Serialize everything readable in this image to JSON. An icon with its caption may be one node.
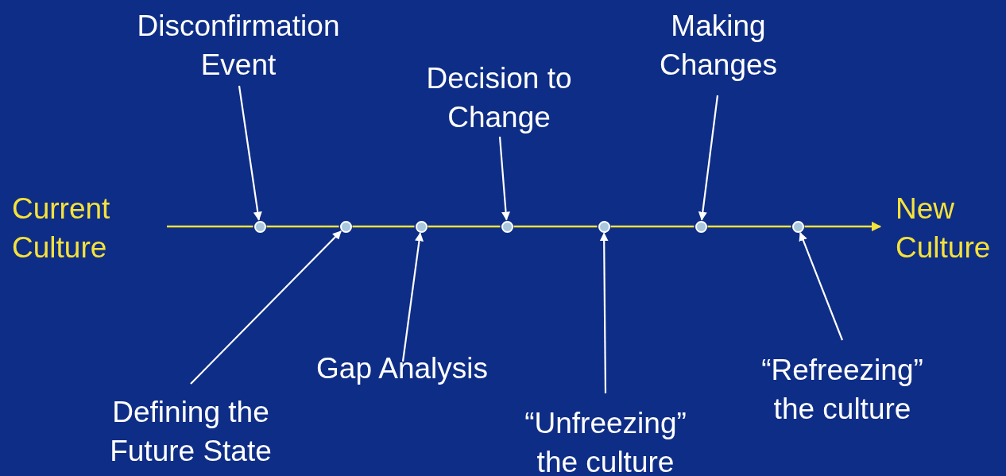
{
  "diagram": {
    "nodes": [
      {
        "text": [
          "Current Culture"
        ]
      },
      {
        "text": [],
        "shape": "circle"
      },
      {
        "text": [],
        "shape": "circle"
      },
      {
        "text": [],
        "shape": "circle"
      },
      {
        "text": [],
        "shape": "circle"
      },
      {
        "text": [],
        "shape": "circle"
      },
      {
        "text": [],
        "shape": "circle"
      },
      {
        "text": [],
        "shape": "circle"
      },
      {
        "text": [
          "New Culture"
        ]
      },
      {
        "text": [
          "Disconfirmation Event"
        ]
      },
      {
        "text": [
          "Decision to Change"
        ]
      },
      {
        "text": [
          "Making Changes"
        ]
      },
      {
        "text": [
          "Defining the Future State"
        ]
      },
      {
        "text": [
          "Gap Analysis"
        ]
      },
      {
        "text": [
          "“Unfreezing” the culture"
        ]
      },
      {
        "text": [
          "“Refreezing” the culture"
        ]
      }
    ],
    "edges": [
      {
        "from": 0,
        "to": 1,
        "arrow": "none"
      },
      {
        "from": 1,
        "to": 2,
        "arrow": "none"
      },
      {
        "from": 2,
        "to": 3,
        "arrow": "none"
      },
      {
        "from": 3,
        "to": 4,
        "arrow": "none"
      },
      {
        "from": 4,
        "to": 5,
        "arrow": "none"
      },
      {
        "from": 5,
        "to": 6,
        "arrow": "none"
      },
      {
        "from": 6,
        "to": 7,
        "arrow": "none"
      },
      {
        "from": 7,
        "to": 8,
        "arrow": "to"
      },
      {
        "from": 9,
        "to": 1,
        "arrow": "to",
        "color": "#ffffff"
      },
      {
        "from": 10,
        "to": 4,
        "arrow": "to",
        "color": "#ffffff"
      },
      {
        "from": 11,
        "to": 6,
        "arrow": "to",
        "color": "#ffffff"
      },
      {
        "from": 12,
        "to": 2,
        "arrow": "to",
        "color": "#ffffff"
      },
      {
        "from": 13,
        "to": 3,
        "arrow": "to",
        "color": "#ffffff"
      },
      {
        "from": 14,
        "to": 5,
        "arrow": "to",
        "color": "#ffffff"
      },
      {
        "from": 15,
        "to": 7,
        "arrow": "to",
        "color": "#ffffff"
      }
    ]
  }
}
